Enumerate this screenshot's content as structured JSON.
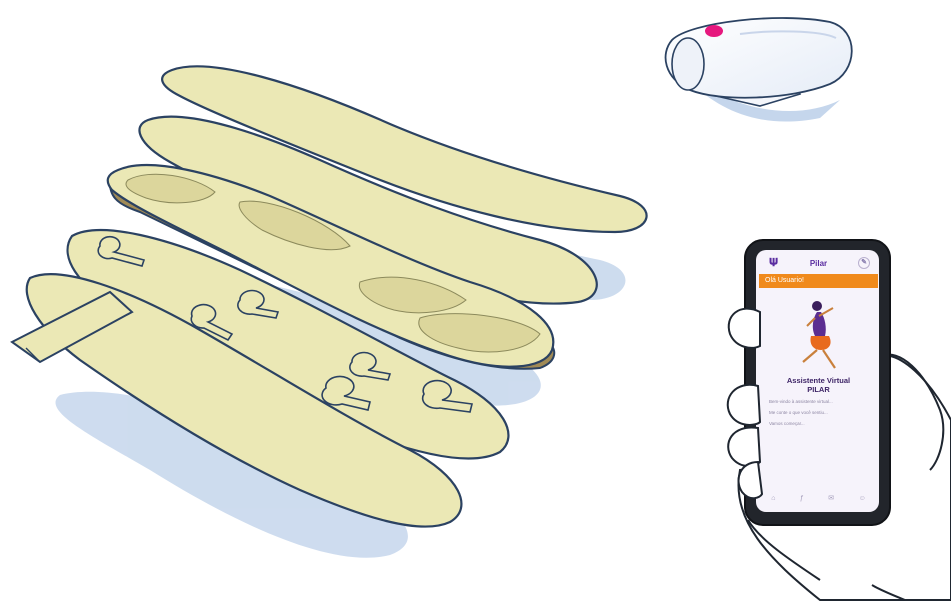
{
  "phone_screen": {
    "app_title": "Pilar",
    "banner": "Olá Usuario!",
    "assistant_title": "Assistente Virtual",
    "assistant_name": "PILAR",
    "messages": [
      "Bem-vindo à assistente virtual...",
      "Me conte o que você sentiu...",
      "Vamos começar..."
    ],
    "nav_icons": [
      "home-icon",
      "foot-icon",
      "chat-icon",
      "profile-icon"
    ]
  },
  "colors": {
    "insole_fill": "#ebe8b5",
    "insole_outline": "#2b4262",
    "shadow": "#c5d6ec",
    "sensor_button": "#e6187e",
    "banner": "#f08a1c",
    "brand": "#5a2ca0"
  }
}
